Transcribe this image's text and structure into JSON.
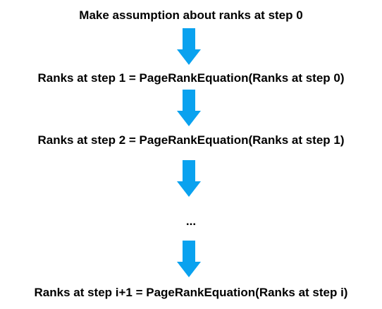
{
  "diagram": {
    "steps": [
      {
        "label": "Make assumption about ranks at step 0"
      },
      {
        "label": "Ranks at step 1 = PageRankEquation(Ranks at step 0)"
      },
      {
        "label": "Ranks at step 2 = PageRankEquation(Ranks at step 1)"
      },
      {
        "label": "..."
      },
      {
        "label": "Ranks at step i+1 = PageRankEquation(Ranks at step i)"
      }
    ],
    "arrow_color": "#0aa2ef",
    "text_color": "#000000"
  }
}
